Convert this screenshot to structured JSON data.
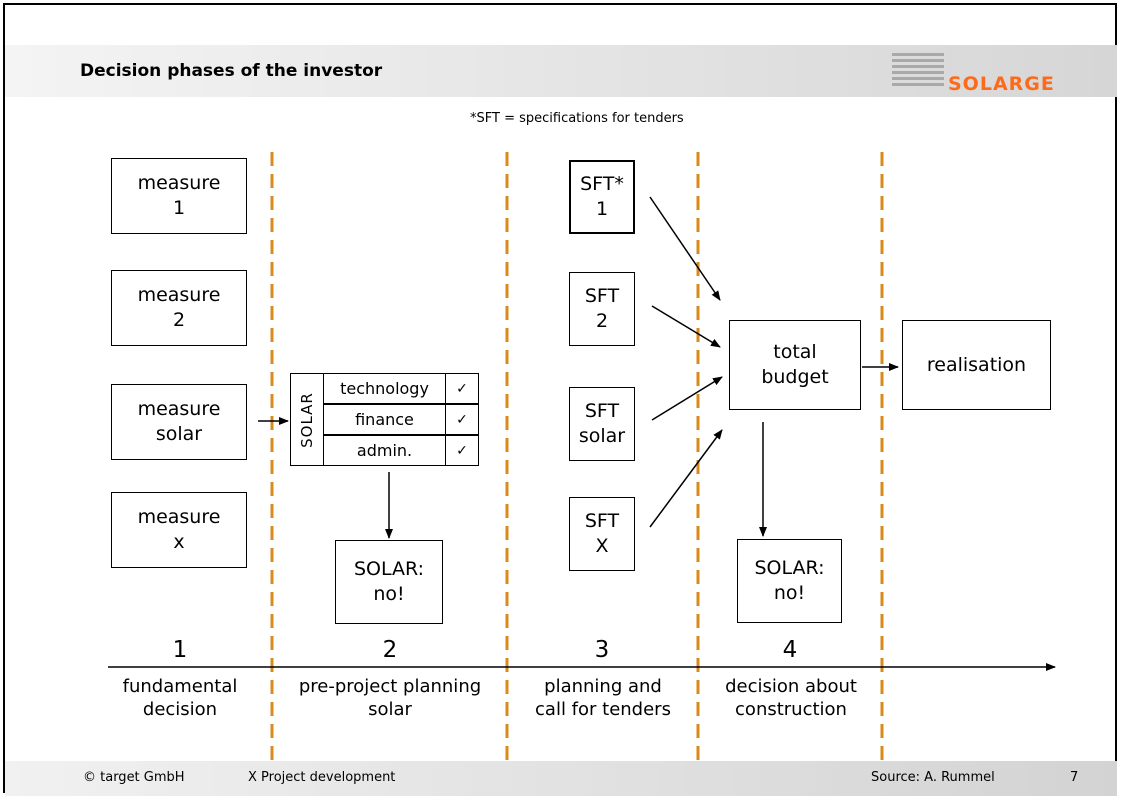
{
  "header": {
    "title": "Decision phases of the investor",
    "logo_text": "SOLARGE"
  },
  "footnote": "*SFT = specifications for tenders",
  "measures": [
    {
      "label": "measure\n1"
    },
    {
      "label": "measure\n2"
    },
    {
      "label": "measure\nsolar"
    },
    {
      "label": "measure\nx"
    }
  ],
  "solar_table": {
    "vertical_label": "SOLAR",
    "rows": [
      {
        "label": "technology",
        "check": "✓"
      },
      {
        "label": "finance",
        "check": "✓"
      },
      {
        "label": "admin.",
        "check": "✓"
      }
    ]
  },
  "solar_no_2": "SOLAR:\nno!",
  "sfts": [
    {
      "label": "SFT*\n1"
    },
    {
      "label": "SFT\n2"
    },
    {
      "label": "SFT\nsolar"
    },
    {
      "label": "SFT\nX"
    }
  ],
  "total_budget": "total\nbudget",
  "solar_no_4": "SOLAR:\nno!",
  "realisation": "realisation",
  "phases": [
    {
      "number": "1",
      "label": "fundamental\ndecision"
    },
    {
      "number": "2",
      "label": "pre-project planning\nsolar"
    },
    {
      "number": "3",
      "label": "planning and\ncall for tenders"
    },
    {
      "number": "4",
      "label": "decision about\nconstruction"
    }
  ],
  "colors": {
    "divider": "#d98a1c",
    "logo": "#ff6a1a"
  },
  "footer": {
    "copyright": "© target GmbH",
    "section": "X Project development",
    "source": "Source: A. Rummel",
    "page": "7"
  }
}
